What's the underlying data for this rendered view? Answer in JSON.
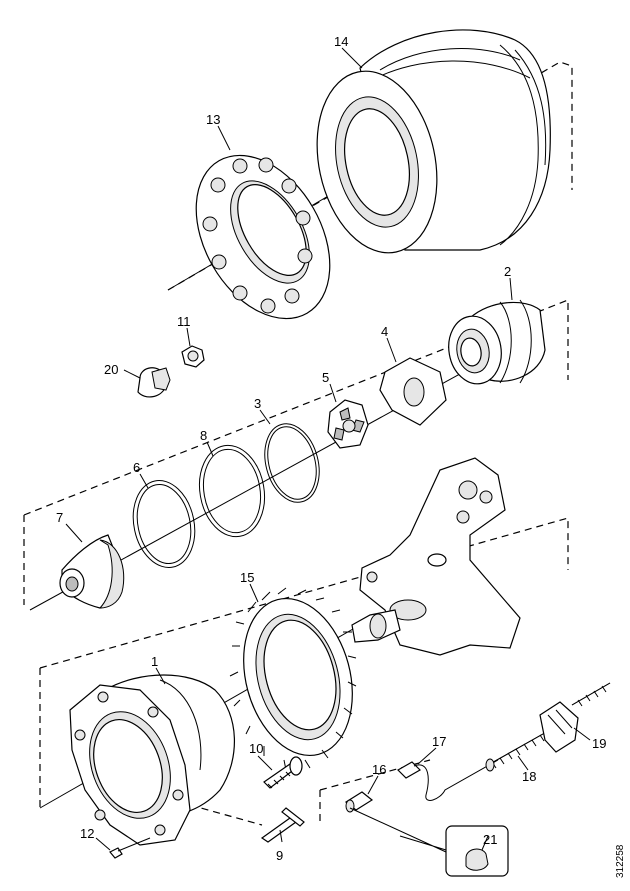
{
  "diagram": {
    "callouts": [
      {
        "id": "c1",
        "label": "1"
      },
      {
        "id": "c2",
        "label": "2"
      },
      {
        "id": "c3",
        "label": "3"
      },
      {
        "id": "c4",
        "label": "4"
      },
      {
        "id": "c5",
        "label": "5"
      },
      {
        "id": "c6",
        "label": "6"
      },
      {
        "id": "c7",
        "label": "7"
      },
      {
        "id": "c8",
        "label": "8"
      },
      {
        "id": "c9",
        "label": "9"
      },
      {
        "id": "c10",
        "label": "10"
      },
      {
        "id": "c11",
        "label": "11"
      },
      {
        "id": "c12",
        "label": "12"
      },
      {
        "id": "c13",
        "label": "13"
      },
      {
        "id": "c14",
        "label": "14"
      },
      {
        "id": "c15",
        "label": "15"
      },
      {
        "id": "c16",
        "label": "16"
      },
      {
        "id": "c17",
        "label": "17"
      },
      {
        "id": "c18",
        "label": "18"
      },
      {
        "id": "c19",
        "label": "19"
      },
      {
        "id": "c20",
        "label": "20"
      },
      {
        "id": "c21",
        "label": "21"
      }
    ],
    "document_number": "312258"
  }
}
